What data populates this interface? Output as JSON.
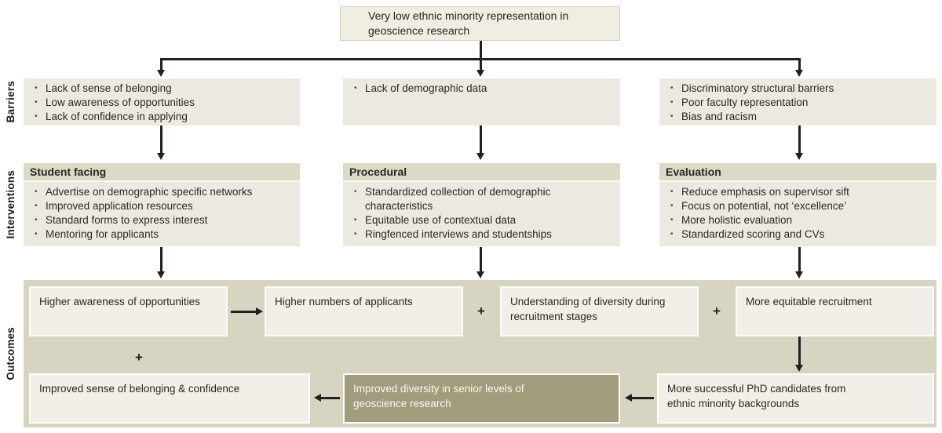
{
  "title_box": "Very low ethnic minority representation in geoscience research",
  "side_labels": {
    "barriers": "Barriers",
    "interventions": "Interventions",
    "outcomes": "Outcomes"
  },
  "barriers": {
    "student_facing": [
      "Lack of sense of belonging",
      "Low awareness of opportunities",
      "Lack of confidence in applying"
    ],
    "procedural": [
      "Lack of demographic data"
    ],
    "evaluation": [
      "Discriminatory structural barriers",
      "Poor faculty representation",
      "Bias and racism"
    ]
  },
  "interventions": {
    "student_facing": {
      "header": "Student facing",
      "items": [
        "Advertise on demographic specific networks",
        "Improved application resources",
        "Standard forms to express interest",
        "Mentoring for applicants"
      ]
    },
    "procedural": {
      "header": "Procedural",
      "items": [
        "Standardized collection of demographic characteristics",
        "Equitable use of contextual data",
        "Ringfenced interviews and studentships"
      ]
    },
    "evaluation": {
      "header": "Evaluation",
      "items": [
        "Reduce emphasis on supervisor sift",
        "Focus on potential, not ‘excellence’",
        "More holistic evaluation",
        "Standardized scoring and CVs"
      ]
    }
  },
  "outcomes": {
    "higher_awareness": "Higher awareness of opportunities",
    "higher_numbers": "Higher numbers of applicants",
    "understanding_diversity": "Understanding of diversity during recruitment stages",
    "equitable_recruitment": "More equitable recruitment",
    "belonging_confidence": "Improved sense of belonging & confidence",
    "senior_diversity": "Improved diversity in senior levels of geoscience research",
    "phd_success": "More successful PhD candidates from ethnic minority backgrounds",
    "plus_sign": "+"
  },
  "colors": {
    "box_beige": "#ECEAE0",
    "header_band": "#DCD9C6",
    "top_box": "#F0EDE3",
    "outcomes_container": "#D8D4C2",
    "outcome_box": "#F1EFE7",
    "outcome_box_border": "#FCFCF8",
    "dark_box": "#A19C7C",
    "line": "#231F20"
  }
}
